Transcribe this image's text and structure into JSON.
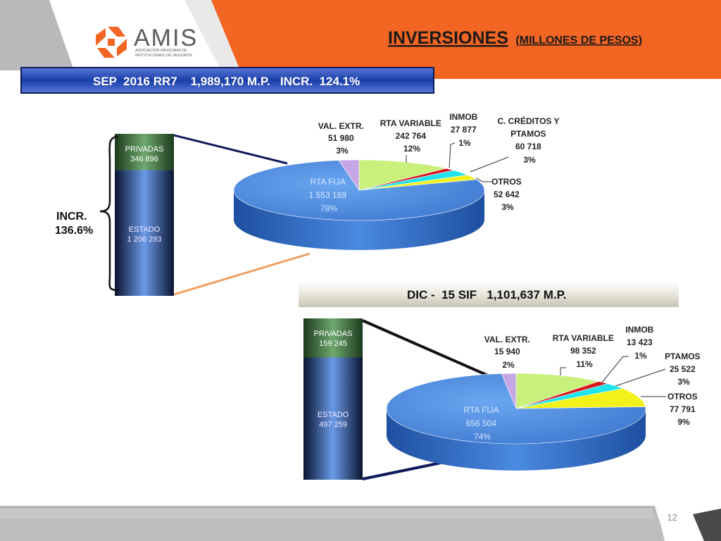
{
  "header": {
    "logo_text": "AMIS",
    "logo_subtitle_1": "ASOCIACIÓN MEXICANA DE",
    "logo_subtitle_2": "INSTITUCIONES DE SEGUROS",
    "title_main": "INVERSIONES",
    "title_sub": "(MILLONES DE PESOS)"
  },
  "colors": {
    "orange": "#f26522",
    "navy_banner": "#1f3a93",
    "pie_blue": "#3f7fd4",
    "rta_variable": "#c8f07a",
    "inmob": "#d8141e",
    "creditos": "#1fe4ec",
    "otros": "#f2f21a",
    "val_extr": "#c7a6e6",
    "privadas_bar": "#4a7d4a"
  },
  "brace_label": "INCR.\n136.6%",
  "page_number": "12",
  "chart_data": [
    {
      "type": "pie",
      "title": "SEP  2016 RR7    1,989,170 M.P.   INCR.  124.1%",
      "slices": [
        {
          "name": "RTA FIJA",
          "value": "1 553 189",
          "pct": "78%",
          "share": 78.08
        },
        {
          "name": "RTA VARIABLE",
          "value": "242 764",
          "pct": "12%",
          "share": 12.2
        },
        {
          "name": "INMOB",
          "value": "27 877",
          "pct": "1%",
          "share": 1.4
        },
        {
          "name": "C. CRÉDITOS Y PTAMOS",
          "value": "60 718",
          "pct": "3%",
          "share": 3.05
        },
        {
          "name": "OTROS",
          "value": "52 642",
          "pct": "3%",
          "share": 2.65
        },
        {
          "name": "VAL. EXTR.",
          "value": "51 980",
          "pct": "3%",
          "share": 2.61
        }
      ],
      "stack": {
        "type": "stacked_bar",
        "segments": [
          {
            "name": "PRIVADAS",
            "value": "346 896",
            "num": 346896
          },
          {
            "name": "ESTADO",
            "value": "1 206 293",
            "num": 1206293
          }
        ]
      }
    },
    {
      "type": "pie",
      "title": "DIC -  15 SIF   1,101,637 M.P.",
      "slices": [
        {
          "name": "RTA FIJA",
          "value": "656 504",
          "pct": "74%",
          "share": 74.0
        },
        {
          "name": "RTA VARIABLE",
          "value": "98 352",
          "pct": "11%",
          "share": 11.0
        },
        {
          "name": "INMOB",
          "value": "13 423",
          "pct": "1%",
          "share": 1.5
        },
        {
          "name": "PTAMOS",
          "value": "25 522",
          "pct": "3%",
          "share": 2.9
        },
        {
          "name": "OTROS",
          "value": "77 791",
          "pct": "9%",
          "share": 8.8
        },
        {
          "name": "VAL. EXTR.",
          "value": "15 940",
          "pct": "2%",
          "share": 1.8
        }
      ],
      "stack": {
        "type": "stacked_bar",
        "segments": [
          {
            "name": "PRIVADAS",
            "value": "159 245",
            "num": 159245
          },
          {
            "name": "ESTADO",
            "value": "497 259",
            "num": 497259
          }
        ]
      }
    }
  ]
}
